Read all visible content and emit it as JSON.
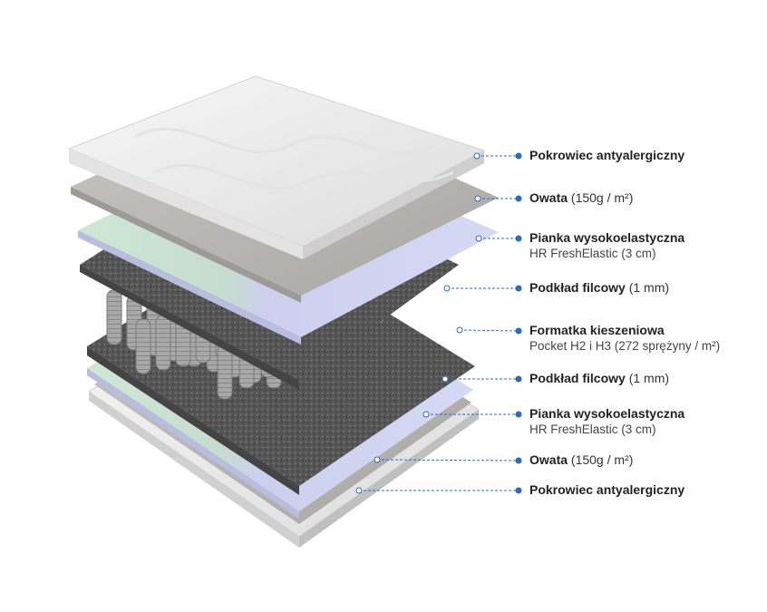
{
  "accent_color": "#2a6bc4",
  "layers": [
    {
      "name": "Pokrowiec antyalergiczny",
      "detail": "",
      "subtitle": ""
    },
    {
      "name": "Owata",
      "detail": "(150g / m²)",
      "subtitle": ""
    },
    {
      "name": "Pianka wysokoelastyczna",
      "detail": "",
      "subtitle": "HR FreshElastic (3 cm)"
    },
    {
      "name": "Podkład filcowy",
      "detail": "(1 mm)",
      "subtitle": ""
    },
    {
      "name": "Formatka kieszeniowa",
      "detail": "",
      "subtitle": "Pocket H2 i H3 (272 sprężyny / m²)"
    },
    {
      "name": "Podkład filcowy",
      "detail": "(1 mm)",
      "subtitle": ""
    },
    {
      "name": "Pianka wysokoelastyczna",
      "detail": "",
      "subtitle": "HR FreshElastic (3 cm)"
    },
    {
      "name": "Owata",
      "detail": "(150g / m²)",
      "subtitle": ""
    },
    {
      "name": "Pokrowiec antyalergiczny",
      "detail": "",
      "subtitle": ""
    }
  ]
}
